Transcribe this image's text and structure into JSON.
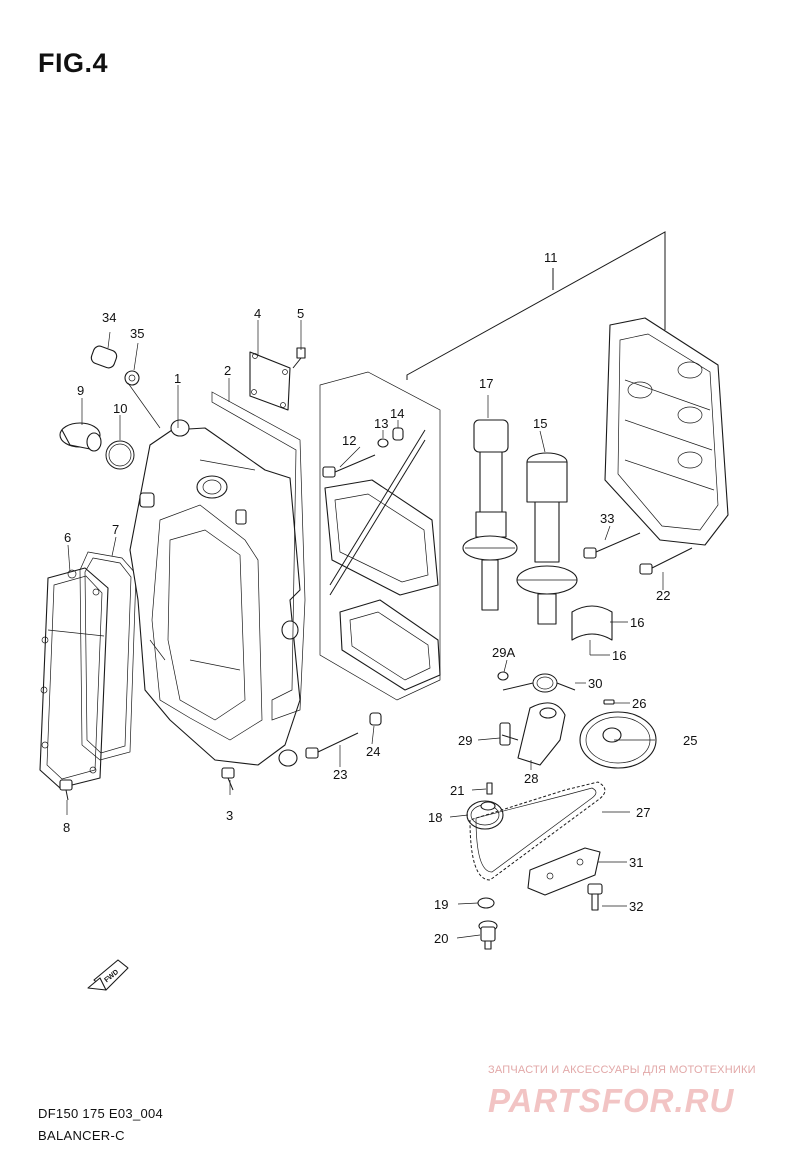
{
  "figure": {
    "title": "FIG.4",
    "model_code": "DF150 175 E03_004",
    "section_name": "BALANCER-C"
  },
  "callouts": [
    "1",
    "2",
    "3",
    "4",
    "5",
    "6",
    "7",
    "8",
    "9",
    "10",
    "11",
    "12",
    "13",
    "14",
    "15",
    "16",
    "16",
    "17",
    "18",
    "19",
    "20",
    "21",
    "22",
    "23",
    "24",
    "25",
    "26",
    "27",
    "28",
    "29",
    "29A",
    "30",
    "31",
    "32",
    "33",
    "34",
    "35"
  ],
  "fwd_mark": "FWD",
  "watermark": {
    "subtitle": "ЗАПЧАСТИ И АКСЕССУАРЫ ДЛЯ МОТОТЕХНИКИ",
    "logo": "PARTSFOR.RU",
    "color": "#f2c4c4"
  }
}
